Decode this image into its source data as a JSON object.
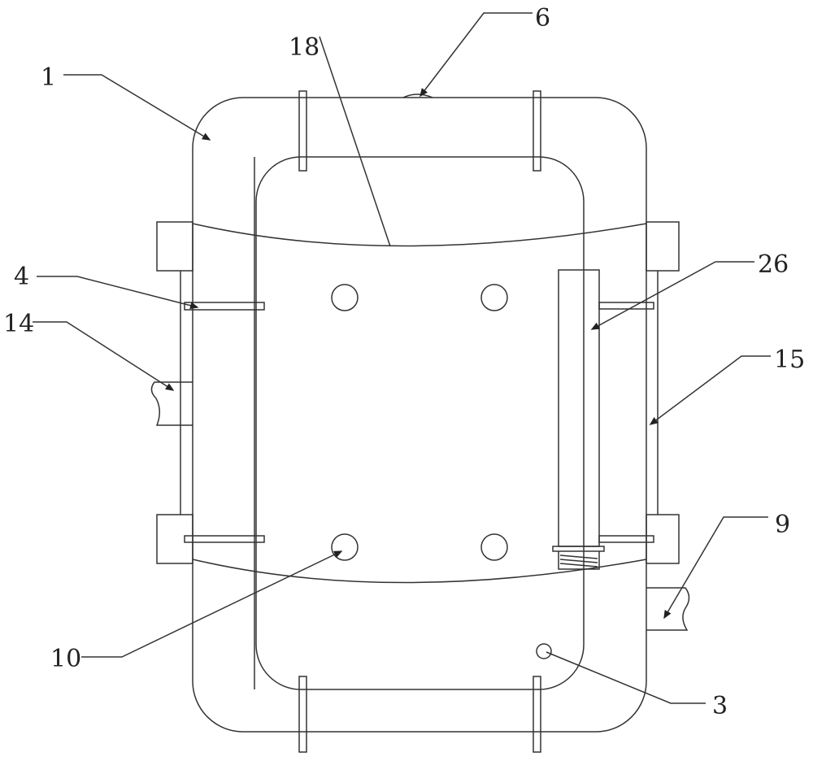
{
  "figure": {
    "type": "patent mechanical drawing",
    "labels": [
      {
        "id": "1",
        "text": "1"
      },
      {
        "id": "6",
        "text": "6"
      },
      {
        "id": "18",
        "text": "18"
      },
      {
        "id": "4",
        "text": "4"
      },
      {
        "id": "14",
        "text": "14"
      },
      {
        "id": "26",
        "text": "26"
      },
      {
        "id": "15",
        "text": "15"
      },
      {
        "id": "9",
        "text": "9"
      },
      {
        "id": "10",
        "text": "10"
      },
      {
        "id": "3",
        "text": "3"
      }
    ],
    "line_color": "#333333"
  }
}
